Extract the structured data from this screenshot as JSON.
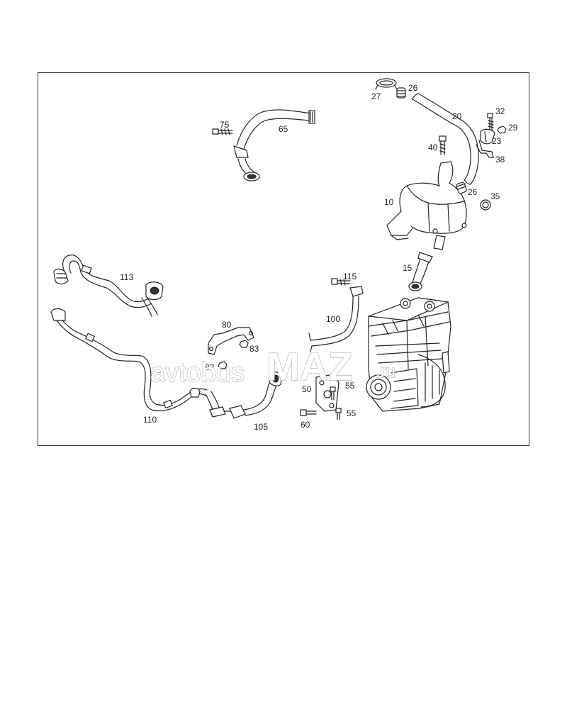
{
  "diagram": {
    "callouts": [
      "27",
      "26",
      "20",
      "32",
      "29",
      "23",
      "38",
      "40",
      "26",
      "35",
      "10",
      "65",
      "75",
      "15",
      "113",
      "115",
      "100",
      "80",
      "83",
      "83",
      "50",
      "55",
      "55",
      "60",
      "110",
      "105"
    ]
  },
  "watermark": {
    "part1": "avtobus",
    "part2": "MAZ",
    "part3": ".ru"
  },
  "colors": {
    "line": "#222222",
    "frame": "#333333",
    "watermark_stroke": "#b8b8b8"
  }
}
